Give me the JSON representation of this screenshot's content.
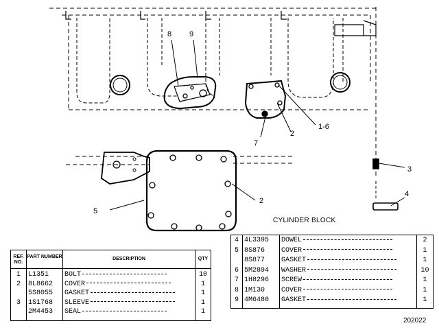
{
  "figure": {
    "caption": "CYLINDER BLOCK",
    "figure_number": "202022",
    "callouts": [
      "8",
      "9",
      "2",
      "1-6",
      "7",
      "3",
      "4",
      "2",
      "5"
    ]
  },
  "table_left": {
    "headers": {
      "ref": "REF. NO.",
      "part": "PART NUMBER",
      "desc": "DESCRIPTION",
      "qty": "QTY"
    },
    "rows": [
      {
        "ref": "1",
        "part": "L1351",
        "desc": "BOLT",
        "qty": "10"
      },
      {
        "ref": "2",
        "part": "8L8662",
        "desc": "COVER",
        "qty": "1"
      },
      {
        "ref": "",
        "part": "5S8055",
        "desc": "GASKET",
        "qty": "1"
      },
      {
        "ref": "3",
        "part": "1S1768",
        "desc": "SLEEVE",
        "qty": "1"
      },
      {
        "ref": "",
        "part": "2M4453",
        "desc": "SEAL",
        "qty": "1"
      }
    ]
  },
  "table_right": {
    "rows": [
      {
        "ref": "4",
        "part": "4L3395",
        "desc": "DOWEL",
        "qty": "2"
      },
      {
        "ref": "5",
        "part": "8S876",
        "desc": "COVER",
        "qty": "1"
      },
      {
        "ref": "",
        "part": "8S877",
        "desc": "GASKET",
        "qty": "1"
      },
      {
        "ref": "6",
        "part": "5M2894",
        "desc": "WASHER",
        "qty": "10"
      },
      {
        "ref": "7",
        "part": "1H8296",
        "desc": "SCREW",
        "qty": "1"
      },
      {
        "ref": "8",
        "part": "1M130",
        "desc": "COVER",
        "qty": "1"
      },
      {
        "ref": "9",
        "part": "4M6480",
        "desc": "GASKET",
        "qty": "1"
      }
    ]
  }
}
